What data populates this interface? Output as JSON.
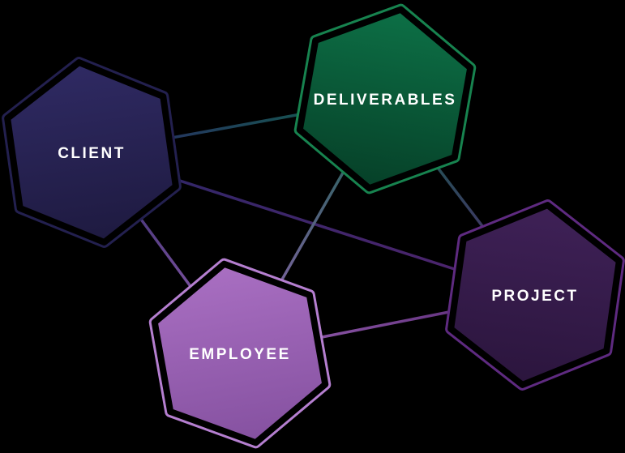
{
  "diagram": {
    "type": "entity-relationship-graph",
    "background": "#000000",
    "text_color": "#ffffff",
    "nodes": [
      {
        "id": "client",
        "label": "CLIENT",
        "fill_top": "#2f2a63",
        "fill_bottom": "#1e1a40",
        "ring": "#23204f",
        "edge_color": "#2b2766"
      },
      {
        "id": "deliverables",
        "label": "DELIVERABLES",
        "fill_top": "#0d7046",
        "fill_bottom": "#064028",
        "ring": "#17834f",
        "edge_color": "#10624a"
      },
      {
        "id": "employee",
        "label": "EMPLOYEE",
        "fill_top": "#a96fc2",
        "fill_bottom": "#8551a0",
        "ring": "#b57fd0",
        "edge_color": "#9a63b5"
      },
      {
        "id": "project",
        "label": "PROJECT",
        "fill_top": "#3f2157",
        "fill_bottom": "#2b153d",
        "ring": "#5e2a80",
        "edge_color": "#53246f"
      }
    ],
    "edges": [
      {
        "from": "client",
        "to": "deliverables"
      },
      {
        "from": "client",
        "to": "employee"
      },
      {
        "from": "client",
        "to": "project"
      },
      {
        "from": "deliverables",
        "to": "employee"
      },
      {
        "from": "deliverables",
        "to": "project"
      },
      {
        "from": "employee",
        "to": "project"
      }
    ]
  }
}
